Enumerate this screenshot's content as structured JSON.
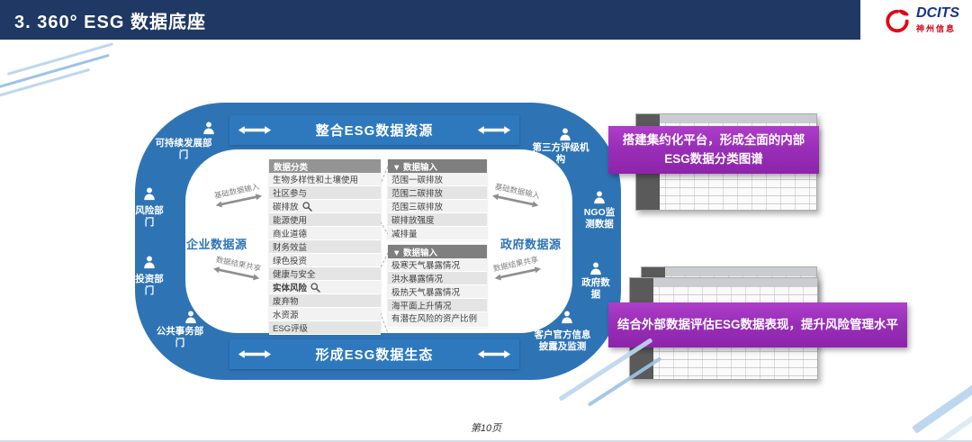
{
  "slide": {
    "title": "3. 360° ESG 数据底座",
    "page_number": "第10页"
  },
  "logo": {
    "brand": "DCITS",
    "company": "神州信息"
  },
  "ring": {
    "top_banner": "整合ESG数据资源",
    "bottom_banner": "形成ESG数据生态",
    "left_nodes": [
      "可持续发展部门",
      "风险部门",
      "投资部门",
      "公共事务部门"
    ],
    "right_nodes": [
      "第三方评级机构",
      "NGO监测数据",
      "政府数据",
      "客户官方信息披露及监测"
    ],
    "left_source": "企业数据源",
    "right_source": "政府数据源",
    "flow_labels": {
      "input": "基础数据输入",
      "share": "数据结果共享"
    }
  },
  "classification_table": {
    "header": "数据分类",
    "rows": [
      "生物多样性和土壤使用",
      "社区参与",
      "碳排放",
      "能源使用",
      "商业道德",
      "财务效益",
      "绿色投资",
      "健康与安全",
      "实体风险",
      "废弃物",
      "水资源",
      "ESG评级"
    ]
  },
  "input_table_carbon": {
    "header": "▼ 数据输入",
    "rows": [
      "范围一碳排放",
      "范围二碳排放",
      "范围三碳排放",
      "碳排放强度",
      "减排量"
    ]
  },
  "input_table_risk": {
    "header": "▼ 数据输入",
    "rows": [
      "极寒天气暴露情况",
      "洪水暴露情况",
      "极热天气暴露情况",
      "海平面上升情况",
      "有潜在风险的资产比例"
    ]
  },
  "callouts": [
    "搭建集约化平台，形成全面的内部ESG数据分类图谱",
    "结合外部数据评估ESG数据表现，提升风险管理水平"
  ],
  "colors": {
    "navy": "#1F3864",
    "ring_blue": "#2E74B5",
    "purple": "#8E24AA"
  }
}
